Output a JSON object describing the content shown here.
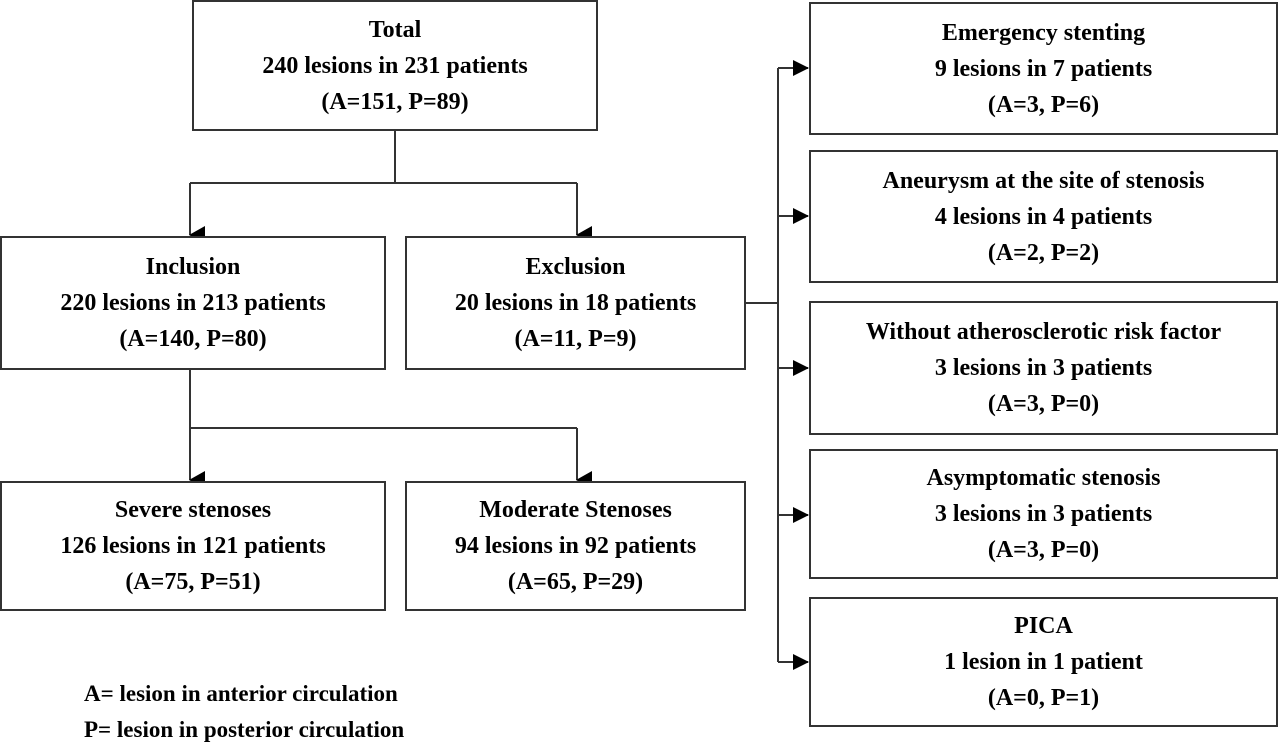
{
  "boxes": {
    "total": {
      "title": "Total",
      "line2": "240 lesions in 231 patients",
      "line3": "(A=151, P=89)"
    },
    "inclusion": {
      "title": "Inclusion",
      "line2": "220 lesions in 213 patients",
      "line3": "(A=140, P=80)"
    },
    "exclusion": {
      "title": "Exclusion",
      "line2": "20 lesions in 18 patients",
      "line3": "(A=11, P=9)"
    },
    "severe": {
      "title": "Severe stenoses",
      "line2": "126 lesions in 121 patients",
      "line3": "(A=75, P=51)"
    },
    "moderate": {
      "title": "Moderate Stenoses",
      "line2": "94 lesions in 92 patients",
      "line3": "(A=65, P=29)"
    },
    "emergency": {
      "title": "Emergency stenting",
      "line2": "9 lesions in 7 patients",
      "line3": "(A=3, P=6)"
    },
    "aneurysm": {
      "title": "Aneurysm at the site of stenosis",
      "line2": "4 lesions in 4 patients",
      "line3": "(A=2, P=2)"
    },
    "without_risk": {
      "title": "Without atherosclerotic risk factor",
      "line2": "3 lesions in 3 patients",
      "line3": "(A=3, P=0)"
    },
    "asymptomatic": {
      "title": "Asymptomatic stenosis",
      "line2": "3 lesions in 3 patients",
      "line3": "(A=3, P=0)"
    },
    "pica": {
      "title": "PICA",
      "line2": "1 lesion in 1 patient",
      "line3": "(A=0, P=1)"
    }
  },
  "legend": {
    "a": "A= lesion in anterior circulation",
    "p": "P= lesion in posterior circulation"
  },
  "colors": {
    "line": "#333333",
    "text": "#000000",
    "background": "#ffffff"
  }
}
